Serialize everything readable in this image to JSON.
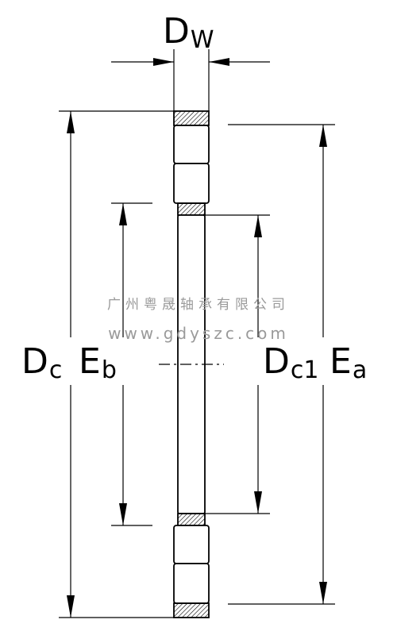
{
  "labels": {
    "dw": {
      "main": "D",
      "sub": "W"
    },
    "dc": {
      "main": "D",
      "sub": "c"
    },
    "eb": {
      "main": "E",
      "sub": "b"
    },
    "dc1": {
      "main": "D",
      "sub": "c1"
    },
    "ea": {
      "main": "E",
      "sub": "a"
    }
  },
  "watermark": {
    "company": "广州粤晟轴承有限公司",
    "url": "www.gdyszc.com"
  },
  "colors": {
    "line": "#000000",
    "fill": "#ffffff",
    "watermark": "#9a9a9a"
  }
}
